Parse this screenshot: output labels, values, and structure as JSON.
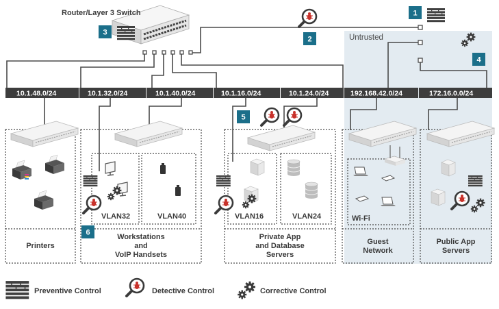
{
  "router_label": "Router/Layer 3 Switch",
  "untrusted_label": "Untrusted",
  "subnets": [
    "10.1.48.0/24",
    "10.1.32.0/24",
    "10.1.40.0/24",
    "10.1.16.0/24",
    "10.1.24.0/24",
    "192.168.42.0/24",
    "172.16.0.0/24"
  ],
  "vlans": [
    "VLAN32",
    "VLAN40",
    "VLAN16",
    "VLAN24"
  ],
  "wifi_label": "Wi-Fi",
  "groups": {
    "printers": "Printers",
    "workstations": [
      "Workstations",
      "and",
      "VoIP Handsets"
    ],
    "servers": [
      "Private App",
      "and Database",
      "Servers"
    ],
    "guest": [
      "Guest",
      "Network"
    ],
    "public": [
      "Public App",
      "Servers"
    ]
  },
  "badges": [
    "1",
    "2",
    "3",
    "4",
    "5",
    "6"
  ],
  "legend": {
    "preventive": "Preventive Control",
    "detective": "Detective Control",
    "corrective": "Corrective Control"
  },
  "colors": {
    "teal": "#1b6f8a",
    "line": "#4a4a4a",
    "bar": "#3d3d3d",
    "red": "#c8322b",
    "shade": "#e3ebf1"
  },
  "icons": [
    "firewall-icon",
    "magnifier-bug-icon",
    "gears-icon",
    "switch-icon",
    "printer-icon",
    "monitor-icon",
    "phone-icon",
    "server-icon",
    "database-icon",
    "laptop-icon",
    "tablet-icon",
    "wifi-router-icon"
  ]
}
